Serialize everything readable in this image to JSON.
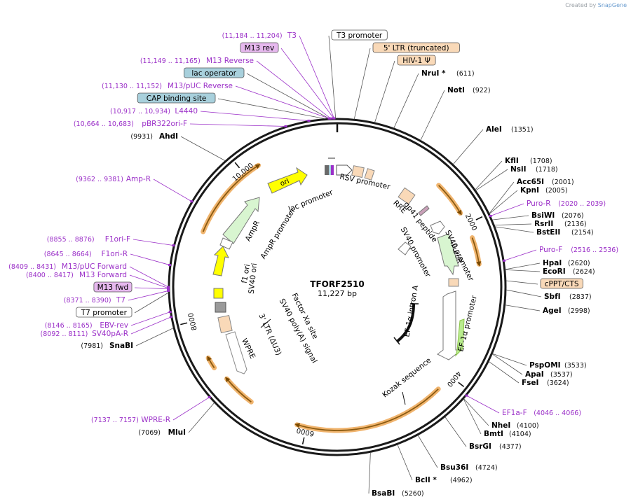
{
  "header": {
    "credit_prefix": "Created by",
    "credit_brand": "SnapGene"
  },
  "plasmid": {
    "name": "TFORF2510",
    "length_label": "11,227 bp",
    "length_bp": 11227
  },
  "colors": {
    "primer": "#9b30c8",
    "enzyme": "#1a1a1a",
    "highlight": "#f0b46e",
    "feature_tan": "#f9d9b8",
    "feature_green": "#d8f5d0",
    "feature_yellow": "#ffff00",
    "feature_blue": "#a8d0dc"
  },
  "ticks": [
    {
      "label": "2000",
      "bp": 2000
    },
    {
      "label": "4000",
      "bp": 4000
    },
    {
      "label": "6000",
      "bp": 6000
    },
    {
      "label": "8000",
      "bp": 8000
    },
    {
      "label": "10,000",
      "bp": 10000
    }
  ],
  "labels_right": [
    {
      "name": "NruI *",
      "pos": "(611)",
      "type": "enzyme",
      "bp": 611
    },
    {
      "name": "NotI",
      "pos": "(922)",
      "type": "enzyme",
      "bp": 922
    },
    {
      "name": "AleI",
      "pos": "(1351)",
      "type": "enzyme",
      "bp": 1351
    },
    {
      "name": "KflI",
      "pos": "(1708)",
      "type": "enzyme",
      "bp": 1708
    },
    {
      "name": "NsiI",
      "pos": "(1718)",
      "type": "enzyme",
      "bp": 1718
    },
    {
      "name": "Acc65I",
      "pos": "(2001)",
      "type": "enzyme",
      "bp": 2001
    },
    {
      "name": "KpnI",
      "pos": "(2005)",
      "type": "enzyme",
      "bp": 2005
    },
    {
      "name": "Puro-R",
      "pos": "(2020 .. 2039)",
      "type": "primer",
      "bp": 2030
    },
    {
      "name": "BsiWI",
      "pos": "(2076)",
      "type": "enzyme",
      "bp": 2076
    },
    {
      "name": "RsrII",
      "pos": "(2136)",
      "type": "enzyme",
      "bp": 2136
    },
    {
      "name": "BstEII",
      "pos": "(2154)",
      "type": "enzyme",
      "bp": 2154
    },
    {
      "name": "Puro-F",
      "pos": "(2516 .. 2536)",
      "type": "primer",
      "bp": 2526
    },
    {
      "name": "HpaI",
      "pos": "(2620)",
      "type": "enzyme",
      "bp": 2620
    },
    {
      "name": "EcoRI",
      "pos": "(2624)",
      "type": "enzyme",
      "bp": 2624
    },
    {
      "name": "cPPT/CTS",
      "pos": "",
      "type": "feature_tan",
      "bp": 2740
    },
    {
      "name": "SbfI",
      "pos": "(2837)",
      "type": "enzyme",
      "bp": 2837
    },
    {
      "name": "AgeI",
      "pos": "(2998)",
      "type": "enzyme",
      "bp": 2998
    },
    {
      "name": "PspOMI",
      "pos": "(3533)",
      "type": "enzyme",
      "bp": 3533
    },
    {
      "name": "ApaI",
      "pos": "(3537)",
      "type": "enzyme",
      "bp": 3537
    },
    {
      "name": "FseI",
      "pos": "(3624)",
      "type": "enzyme",
      "bp": 3624
    },
    {
      "name": "EF1a-F",
      "pos": "(4046 .. 4066)",
      "type": "primer",
      "bp": 4056
    },
    {
      "name": "NheI",
      "pos": "(4100)",
      "type": "enzyme",
      "bp": 4100
    },
    {
      "name": "BmtI",
      "pos": "(4104)",
      "type": "enzyme",
      "bp": 4104
    },
    {
      "name": "BsrGI",
      "pos": "(4377)",
      "type": "enzyme",
      "bp": 4377
    },
    {
      "name": "Bsu36I",
      "pos": "(4724)",
      "type": "enzyme",
      "bp": 4724
    },
    {
      "name": "BclI *",
      "pos": "(4962)",
      "type": "enzyme",
      "bp": 4962
    },
    {
      "name": "BsaBI",
      "pos": "(5260)",
      "type": "enzyme",
      "bp": 5260
    }
  ],
  "labels_left": [
    {
      "name": "T3",
      "pos": "(11,184 .. 11,204)",
      "type": "primer",
      "bp": 11194
    },
    {
      "name": "M13 rev",
      "pos": "",
      "type": "primer_box",
      "bp": 11190
    },
    {
      "name": "M13 Reverse",
      "pos": "(11,149 .. 11,165)",
      "type": "primer",
      "bp": 11157
    },
    {
      "name": "lac operator",
      "pos": "",
      "type": "feature_blue",
      "bp": 11140
    },
    {
      "name": "M13/pUC Reverse",
      "pos": "(11,130 .. 11,152)",
      "type": "primer",
      "bp": 11141
    },
    {
      "name": "CAP binding site",
      "pos": "",
      "type": "feature_blue",
      "bp": 11100
    },
    {
      "name": "L4440",
      "pos": "(10,917 .. 10,934)",
      "type": "primer",
      "bp": 10925
    },
    {
      "name": "pBR322ori-F",
      "pos": "(10,664 .. 10,683)",
      "type": "primer",
      "bp": 10673
    },
    {
      "name": "AhdI",
      "pos": "(9931)",
      "type": "enzyme",
      "bp": 9931
    },
    {
      "name": "Amp-R",
      "pos": "(9362 .. 9381)",
      "type": "primer",
      "bp": 9371
    },
    {
      "name": "F1ori-F",
      "pos": "(8855 .. 8876)",
      "type": "primer",
      "bp": 8865
    },
    {
      "name": "F1ori-R",
      "pos": "(8645 .. 8664)",
      "type": "primer",
      "bp": 8654
    },
    {
      "name": "M13/pUC Forward",
      "pos": "(8409 .. 8431)",
      "type": "primer",
      "bp": 8420
    },
    {
      "name": "M13 Forward",
      "pos": "(8400 .. 8417)",
      "type": "primer",
      "bp": 8408
    },
    {
      "name": "M13 fwd",
      "pos": "",
      "type": "primer_box",
      "bp": 8400
    },
    {
      "name": "T7",
      "pos": "(8371 .. 8390)",
      "type": "primer",
      "bp": 8380
    },
    {
      "name": "T7 promoter",
      "pos": "",
      "type": "feature_white",
      "bp": 8360
    },
    {
      "name": "EBV-rev",
      "pos": "(8146 .. 8165)",
      "type": "primer",
      "bp": 8155
    },
    {
      "name": "SV40pA-R",
      "pos": "(8092 .. 8111)",
      "type": "primer",
      "bp": 8101
    },
    {
      "name": "SnaBI",
      "pos": "(7981)",
      "type": "enzyme",
      "bp": 7981
    },
    {
      "name": "WPRE-R",
      "pos": "(7137 .. 7157)",
      "type": "primer",
      "bp": 7147
    },
    {
      "name": "MluI",
      "pos": "(7069)",
      "type": "enzyme",
      "bp": 7069
    }
  ],
  "labels_top": [
    {
      "name": "T3 promoter",
      "type": "feature_white",
      "bp": 11210
    },
    {
      "name": "5' LTR (truncated)",
      "type": "feature_tan",
      "bp": 180
    },
    {
      "name": "HIV-1 Ψ",
      "type": "feature_tan",
      "bp": 400
    }
  ],
  "inner_labels": [
    {
      "text": "lac promoter"
    },
    {
      "text": "RSV promoter"
    },
    {
      "text": "ori"
    },
    {
      "text": "RRE"
    },
    {
      "text": "gp41 peptide"
    },
    {
      "text": "AmpR"
    },
    {
      "text": "AmpR promoter"
    },
    {
      "text": "SV40 promoter"
    },
    {
      "text": "PuroR"
    },
    {
      "text": "SV40 promoter"
    },
    {
      "text": "f1 ori"
    },
    {
      "text": "SV40 ori"
    },
    {
      "text": "EF-1α intron A"
    },
    {
      "text": "EF-1α promoter"
    },
    {
      "text": "Factor Xa site"
    },
    {
      "text": "SV40 poly(A) signal"
    },
    {
      "text": "3' LTR (ΔU3)"
    },
    {
      "text": "WPRE"
    },
    {
      "text": "Kozak sequence"
    }
  ]
}
